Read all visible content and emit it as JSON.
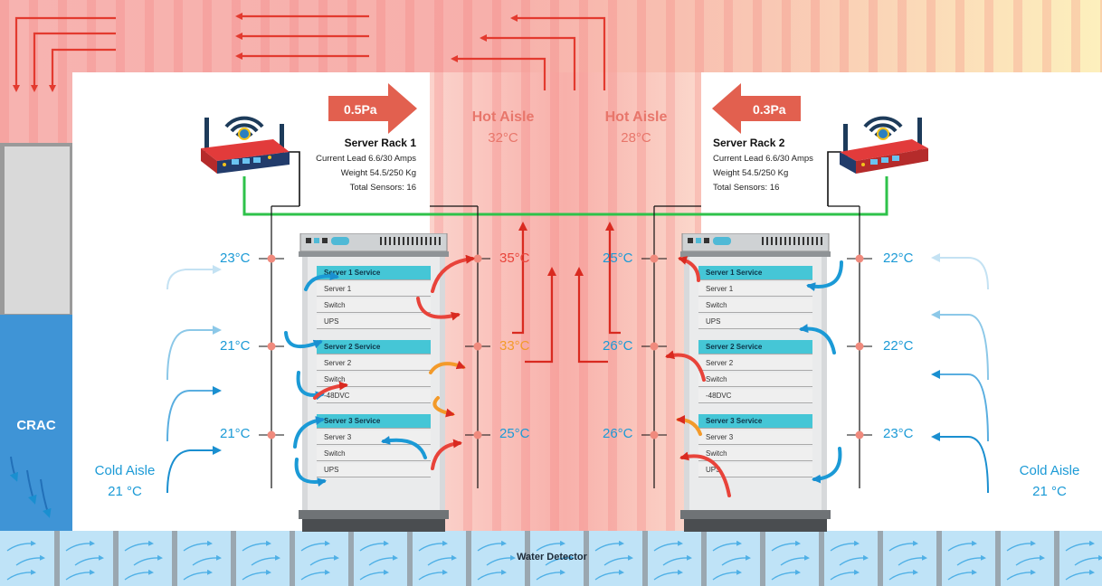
{
  "rack1": {
    "pressure": "0.5Pa",
    "title": "Server Rack 1",
    "current_load": "Current Lead 6.6/30 Amps",
    "weight": "Weight 54.5/250 Kg",
    "sensors": "Total Sensors: 16",
    "rows": [
      {
        "label": "Server 1 Service",
        "service": true
      },
      {
        "label": "Server 1",
        "service": false
      },
      {
        "label": "Switch",
        "service": false
      },
      {
        "label": "UPS",
        "service": false
      },
      {
        "label": "Server 2 Service",
        "service": true
      },
      {
        "label": "Server 2",
        "service": false
      },
      {
        "label": "Switch",
        "service": false
      },
      {
        "label": "-48DVC",
        "service": false
      },
      {
        "label": "Server 3 Service",
        "service": true
      },
      {
        "label": "Server 3",
        "service": false
      },
      {
        "label": "Switch",
        "service": false
      },
      {
        "label": "UPS",
        "service": false
      }
    ],
    "inlet_temps": [
      "23°C",
      "21°C",
      "21°C"
    ],
    "outlet_temps": [
      "35°C",
      "33°C",
      "25°C"
    ]
  },
  "rack2": {
    "pressure": "0.3Pa",
    "title": "Server Rack 2",
    "current_load": "Current Lead 6.6/30 Amps",
    "weight": "Weight 54.5/250 Kg",
    "sensors": "Total Sensors: 16",
    "rows": [
      {
        "label": "Server 1 Service",
        "service": true
      },
      {
        "label": "Server 1",
        "service": false
      },
      {
        "label": "Switch",
        "service": false
      },
      {
        "label": "UPS",
        "service": false
      },
      {
        "label": "Server 2 Service",
        "service": true
      },
      {
        "label": "Server 2",
        "service": false
      },
      {
        "label": "Switch",
        "service": false
      },
      {
        "label": "-48DVC",
        "service": false
      },
      {
        "label": "Server 3 Service",
        "service": true
      },
      {
        "label": "Server 3",
        "service": false
      },
      {
        "label": "Switch",
        "service": false
      },
      {
        "label": "UPS",
        "service": false
      }
    ],
    "outlet_temps": [
      "25°C",
      "26°C",
      "26°C"
    ],
    "inlet_temps": [
      "22°C",
      "22°C",
      "23°C"
    ]
  },
  "hot_aisle_left": {
    "label": "Hot Aisle",
    "temp": "32°C"
  },
  "hot_aisle_right": {
    "label": "Hot Aisle",
    "temp": "28°C"
  },
  "cold_aisle_left": {
    "label": "Cold Aisle",
    "temp": "21 °C"
  },
  "cold_aisle_right": {
    "label": "Cold Aisle",
    "temp": "21 °C"
  },
  "crac": "CRAC",
  "water_detector": "Water Detector",
  "colors": {
    "hot_red": "#e8433a",
    "warm_orange": "#f39a2a",
    "cold_blue": "#1b9ad6",
    "service_cyan": "#45c6d6",
    "network_green": "#2ec24a",
    "crac_blue": "#3f94d6",
    "floor_blue": "#bfe3f7"
  },
  "icons": [
    "wifi-router-icon",
    "hot-air-arrow-icon",
    "cold-air-arrow-icon",
    "pressure-arrow-icon"
  ]
}
